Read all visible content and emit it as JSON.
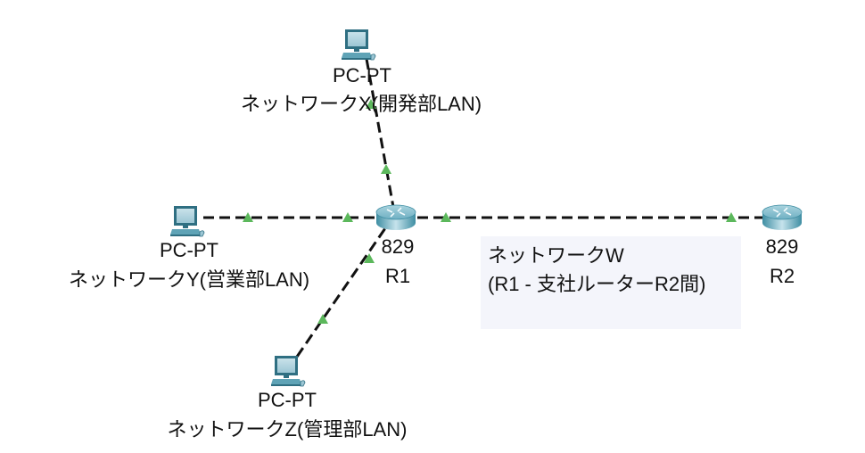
{
  "devices": {
    "pc_x": {
      "model": "PC-PT",
      "name": "ネットワークX(開発部LAN)"
    },
    "pc_y": {
      "model": "PC-PT",
      "name": "ネットワークY(営業部LAN)"
    },
    "pc_z": {
      "model": "PC-PT",
      "name": "ネットワークZ(管理部LAN)"
    },
    "r1": {
      "model": "829",
      "name": "R1"
    },
    "r2": {
      "model": "829",
      "name": "R2"
    }
  },
  "note": {
    "line1": "ネットワークW",
    "line2": "(R1 - 支社ルーターR2間)"
  },
  "links": [
    {
      "from": "pc_x",
      "to": "r1",
      "status": "up"
    },
    {
      "from": "pc_y",
      "to": "r1",
      "status": "up"
    },
    {
      "from": "pc_z",
      "to": "r1",
      "status": "up"
    },
    {
      "from": "r1",
      "to": "r2",
      "status": "up"
    }
  ],
  "colors": {
    "link": "#111111",
    "link_up_marker": "#5cb85c",
    "note_background": "#f4f5fb"
  }
}
